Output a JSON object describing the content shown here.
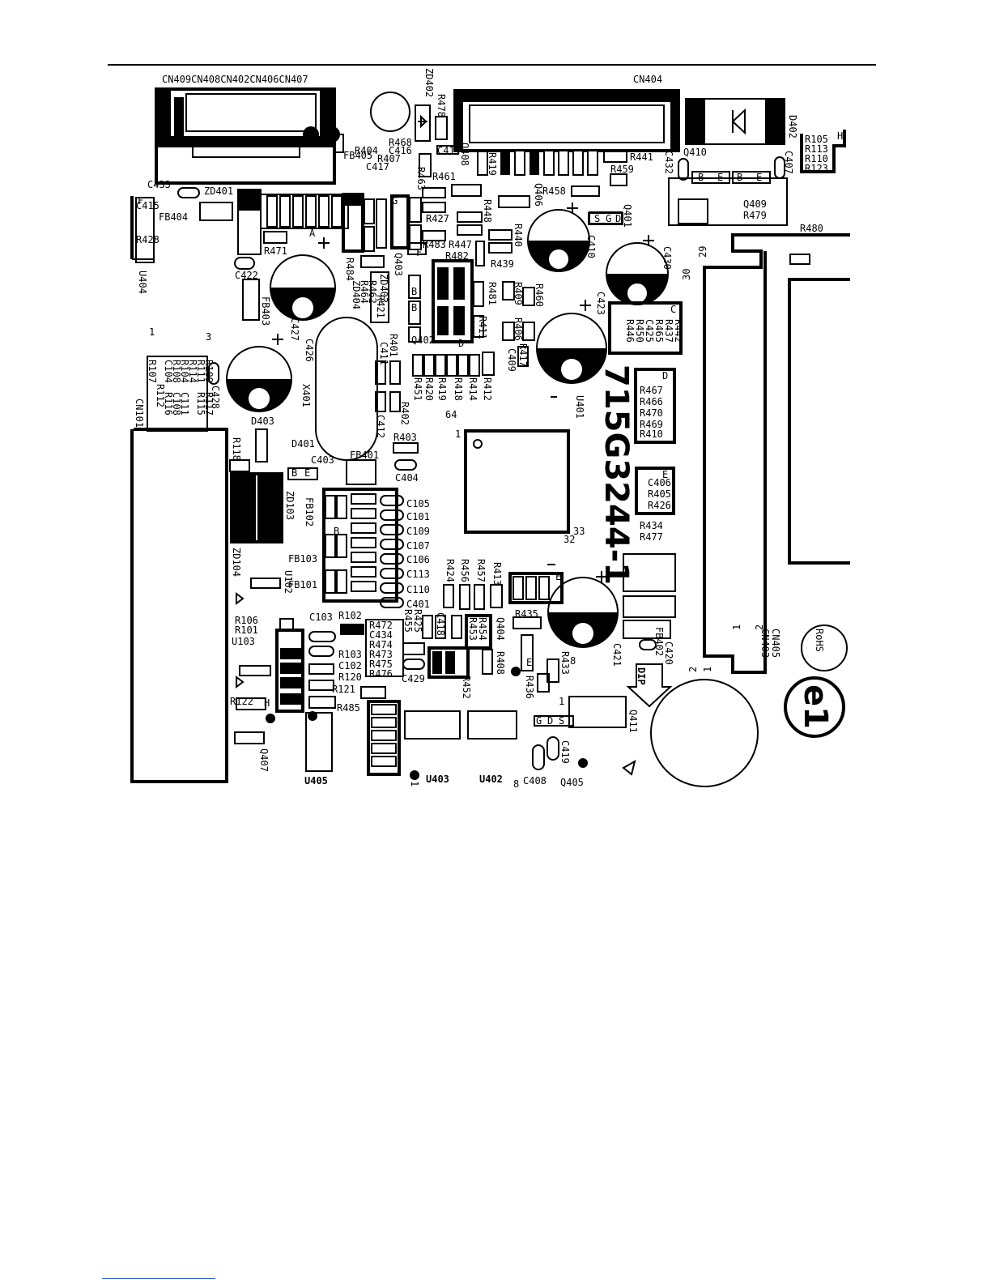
{
  "board_code": "715G3244-1",
  "marks": {
    "rohs": "RoHS",
    "e1": "e1",
    "dip": "DIP"
  },
  "connectors": {
    "cn_top_left": "CN409CN408CN402CN406CN407",
    "cn404": "CN404",
    "cn405_403": "CN405\nCN403",
    "cn101": "CN101"
  },
  "pin_numbers": [
    "29",
    "30",
    "1",
    "3",
    "1",
    "2",
    "1",
    "2",
    "64",
    "1",
    "33",
    "32",
    "8",
    "1",
    "8",
    "1"
  ],
  "components": [
    {
      "id": "ZD402",
      "label": "ZD402"
    },
    {
      "id": "R478",
      "label": "R478"
    },
    {
      "id": "R468",
      "label": "R468"
    },
    {
      "id": "C416",
      "label": "C416"
    },
    {
      "id": "R407",
      "label": "R407"
    },
    {
      "id": "C417",
      "label": "C417"
    },
    {
      "id": "R404",
      "label": "R404"
    },
    {
      "id": "FB405",
      "label": "FB405"
    },
    {
      "id": "Q408",
      "label": "Q408"
    },
    {
      "id": "C414",
      "label": "C414"
    },
    {
      "id": "R419",
      "label": "R419"
    },
    {
      "id": "R461",
      "label": "R461"
    },
    {
      "id": "R463",
      "label": "R463"
    },
    {
      "id": "R441",
      "label": "R441"
    },
    {
      "id": "R459",
      "label": "R459"
    },
    {
      "id": "C433",
      "label": "C433"
    },
    {
      "id": "ZD401",
      "label": "ZD401"
    },
    {
      "id": "C415",
      "label": "C415"
    },
    {
      "id": "R428",
      "label": "R428"
    },
    {
      "id": "FB404",
      "label": "FB404"
    },
    {
      "id": "R471",
      "label": "R471"
    },
    {
      "id": "C422",
      "label": "C422"
    },
    {
      "id": "U404",
      "label": "U404"
    },
    {
      "id": "R427",
      "label": "R427"
    },
    {
      "id": "R448",
      "label": "R448"
    },
    {
      "id": "R458",
      "label": "R458"
    },
    {
      "id": "Q406",
      "label": "Q406"
    },
    {
      "id": "Q401",
      "label": "Q401"
    },
    {
      "id": "C432",
      "label": "C432"
    },
    {
      "id": "Q410",
      "label": "Q410"
    },
    {
      "id": "D402",
      "label": "D402"
    },
    {
      "id": "C407",
      "label": "C407"
    },
    {
      "id": "R105",
      "label": "R105"
    },
    {
      "id": "R113",
      "label": "R113"
    },
    {
      "id": "R110",
      "label": "R110"
    },
    {
      "id": "R123",
      "label": "R123"
    },
    {
      "id": "Q409",
      "label": "Q409"
    },
    {
      "id": "R479",
      "label": "R479"
    },
    {
      "id": "R480",
      "label": "R480"
    },
    {
      "id": "R483",
      "label": "R483"
    },
    {
      "id": "R447",
      "label": "R447"
    },
    {
      "id": "R482",
      "label": "R482"
    },
    {
      "id": "R440",
      "label": "R440"
    },
    {
      "id": "R439",
      "label": "R439"
    },
    {
      "id": "C410",
      "label": "C410"
    },
    {
      "id": "C430",
      "label": "C430"
    },
    {
      "id": "R484",
      "label": "R484"
    },
    {
      "id": "Q403",
      "label": "Q403"
    },
    {
      "id": "ZD403",
      "label": "ZD403"
    },
    {
      "id": "ZD404",
      "label": "ZD404"
    },
    {
      "id": "R464",
      "label": "R464"
    },
    {
      "id": "R462",
      "label": "R462"
    },
    {
      "id": "R421",
      "label": "R421"
    },
    {
      "id": "FB403",
      "label": "FB403"
    },
    {
      "id": "C427",
      "label": "C427"
    },
    {
      "id": "C426",
      "label": "C426"
    },
    {
      "id": "R481",
      "label": "R481"
    },
    {
      "id": "R409",
      "label": "R409"
    },
    {
      "id": "R460",
      "label": "R460"
    },
    {
      "id": "R411",
      "label": "R411"
    },
    {
      "id": "R406",
      "label": "R406"
    },
    {
      "id": "C423",
      "label": "C423"
    },
    {
      "id": "R442",
      "label": "R442"
    },
    {
      "id": "R437",
      "label": "R437"
    },
    {
      "id": "R465",
      "label": "R465"
    },
    {
      "id": "C425",
      "label": "C425"
    },
    {
      "id": "R450",
      "label": "R450"
    },
    {
      "id": "R446",
      "label": "R446"
    },
    {
      "id": "Q402",
      "label": "Q402"
    },
    {
      "id": "R401",
      "label": "R401"
    },
    {
      "id": "C411",
      "label": "C411"
    },
    {
      "id": "R417",
      "label": "R417"
    },
    {
      "id": "C409",
      "label": "C409"
    },
    {
      "id": "R420",
      "label": "R420"
    },
    {
      "id": "R451",
      "label": "R451"
    },
    {
      "id": "R419b",
      "label": "R419"
    },
    {
      "id": "R418",
      "label": "R418"
    },
    {
      "id": "R414",
      "label": "R414"
    },
    {
      "id": "R412",
      "label": "R412"
    },
    {
      "id": "R402",
      "label": "R402"
    },
    {
      "id": "C412",
      "label": "C412"
    },
    {
      "id": "X401",
      "label": "X401"
    },
    {
      "id": "D403",
      "label": "D403"
    },
    {
      "id": "C428",
      "label": "C428"
    },
    {
      "id": "R108",
      "label": "R108"
    },
    {
      "id": "C104",
      "label": "C104"
    },
    {
      "id": "R104",
      "label": "R104"
    },
    {
      "id": "R114",
      "label": "R114"
    },
    {
      "id": "R111",
      "label": "R111"
    },
    {
      "id": "R109",
      "label": "R109"
    },
    {
      "id": "R117",
      "label": "R117"
    },
    {
      "id": "R115",
      "label": "R115"
    },
    {
      "id": "R107",
      "label": "R107"
    },
    {
      "id": "R112",
      "label": "R112"
    },
    {
      "id": "C108",
      "label": "C108"
    },
    {
      "id": "C111",
      "label": "C111"
    },
    {
      "id": "R116",
      "label": "R116"
    },
    {
      "id": "U401",
      "label": "U401"
    },
    {
      "id": "R467",
      "label": "R467"
    },
    {
      "id": "R466",
      "label": "R466"
    },
    {
      "id": "R470",
      "label": "R470"
    },
    {
      "id": "R469",
      "label": "R469"
    },
    {
      "id": "R410",
      "label": "R410"
    },
    {
      "id": "D401",
      "label": "D401"
    },
    {
      "id": "R403",
      "label": "R403"
    },
    {
      "id": "C403",
      "label": "C403"
    },
    {
      "id": "FB401",
      "label": "FB401"
    },
    {
      "id": "C404",
      "label": "C404"
    },
    {
      "id": "R118",
      "label": "R118"
    },
    {
      "id": "C406",
      "label": "C406"
    },
    {
      "id": "R405",
      "label": "R405"
    },
    {
      "id": "R426",
      "label": "R426"
    },
    {
      "id": "ZD103",
      "label": "ZD103"
    },
    {
      "id": "FB102",
      "label": "FB102"
    },
    {
      "id": "C105",
      "label": "C105"
    },
    {
      "id": "C101",
      "label": "C101"
    },
    {
      "id": "C109",
      "label": "C109"
    },
    {
      "id": "C107",
      "label": "C107"
    },
    {
      "id": "C106",
      "label": "C106"
    },
    {
      "id": "C113",
      "label": "C113"
    },
    {
      "id": "C110",
      "label": "C110"
    },
    {
      "id": "C401",
      "label": "C401"
    },
    {
      "id": "R434",
      "label": "R434"
    },
    {
      "id": "R477",
      "label": "R477"
    },
    {
      "id": "ZD104",
      "label": "ZD104"
    },
    {
      "id": "FB103",
      "label": "FB103"
    },
    {
      "id": "FB101",
      "label": "FB101"
    },
    {
      "id": "U102",
      "label": "U102"
    },
    {
      "id": "R424",
      "label": "R424"
    },
    {
      "id": "R456",
      "label": "R456"
    },
    {
      "id": "R457",
      "label": "R457"
    },
    {
      "id": "R413",
      "label": "R413"
    },
    {
      "id": "R435",
      "label": "R435"
    },
    {
      "id": "R106",
      "label": "R106"
    },
    {
      "id": "R101",
      "label": "R101"
    },
    {
      "id": "U103",
      "label": "U103"
    },
    {
      "id": "C103",
      "label": "C103"
    },
    {
      "id": "R102",
      "label": "R102"
    },
    {
      "id": "R472",
      "label": "R472"
    },
    {
      "id": "C434",
      "label": "C434"
    },
    {
      "id": "R474",
      "label": "R474"
    },
    {
      "id": "R473",
      "label": "R473"
    },
    {
      "id": "R475",
      "label": "R475"
    },
    {
      "id": "R476",
      "label": "R476"
    },
    {
      "id": "R455",
      "label": "R455"
    },
    {
      "id": "R425",
      "label": "R425"
    },
    {
      "id": "C418",
      "label": "C418"
    },
    {
      "id": "R454",
      "label": "R454"
    },
    {
      "id": "R453",
      "label": "R453"
    },
    {
      "id": "Q404",
      "label": "Q404"
    },
    {
      "id": "R408",
      "label": "R408"
    },
    {
      "id": "C421",
      "label": "C421"
    },
    {
      "id": "FB402",
      "label": "FB402"
    },
    {
      "id": "C420",
      "label": "C420"
    },
    {
      "id": "R103",
      "label": "R103"
    },
    {
      "id": "C102",
      "label": "C102"
    },
    {
      "id": "R120",
      "label": "R120"
    },
    {
      "id": "R121",
      "label": "R121"
    },
    {
      "id": "C429",
      "label": "C429"
    },
    {
      "id": "R452",
      "label": "R452"
    },
    {
      "id": "R433",
      "label": "R433"
    },
    {
      "id": "R436",
      "label": "R436"
    },
    {
      "id": "R122",
      "label": "R122"
    },
    {
      "id": "R485",
      "label": "R485"
    },
    {
      "id": "Q411",
      "label": "Q411"
    },
    {
      "id": "Q407",
      "label": "Q407"
    },
    {
      "id": "U405",
      "label": "U405"
    },
    {
      "id": "U403",
      "label": "U403"
    },
    {
      "id": "U402",
      "label": "U402"
    },
    {
      "id": "C408",
      "label": "C408"
    },
    {
      "id": "C419",
      "label": "C419"
    },
    {
      "id": "Q405",
      "label": "Q405"
    }
  ],
  "pad_letters": [
    "A",
    "G",
    "G",
    "F",
    "B",
    "B",
    "D",
    "C",
    "B",
    "E",
    "D",
    "E",
    "E",
    "H",
    "H",
    "F",
    "B",
    "E",
    "G",
    "D",
    "S",
    "B",
    "E",
    "B",
    "E",
    "S",
    "G",
    "D"
  ]
}
